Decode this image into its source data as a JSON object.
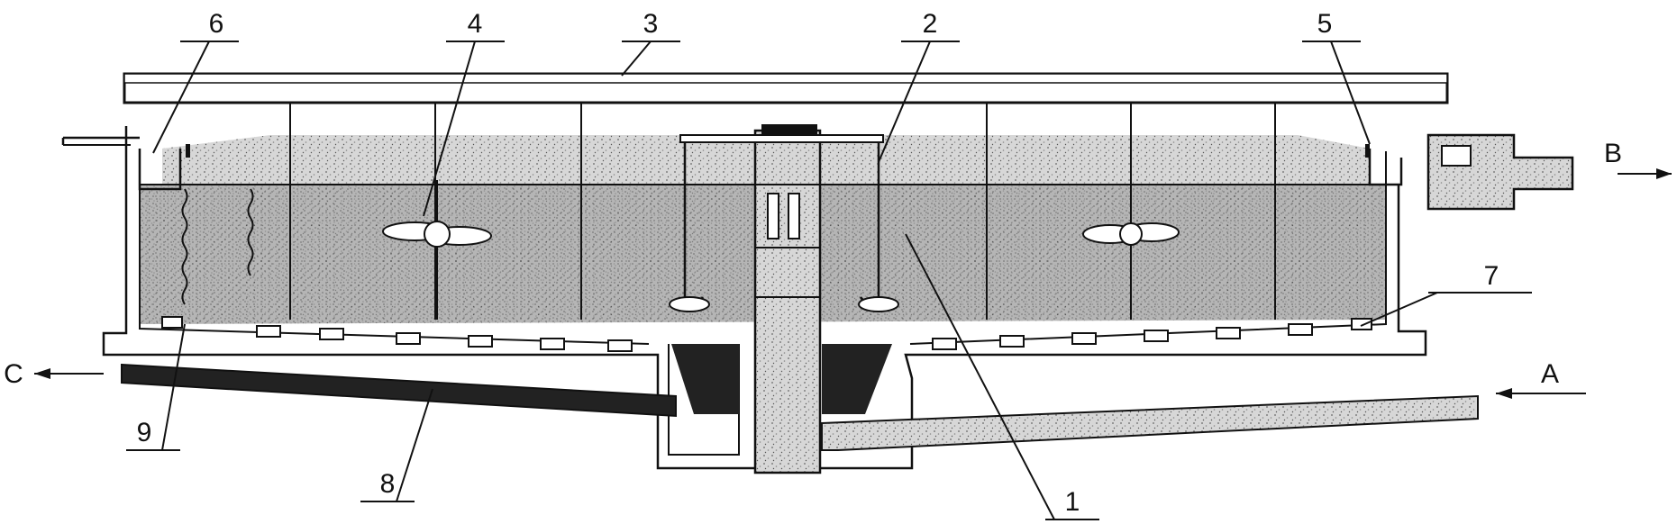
{
  "diagram": {
    "callouts": {
      "n1": "1",
      "n2": "2",
      "n3": "3",
      "n4": "4",
      "n5": "5",
      "n6": "6",
      "n7": "7",
      "n8": "8",
      "n9": "9"
    },
    "flows": {
      "inlet": "A",
      "outlet": "B",
      "sludge": "C"
    }
  }
}
